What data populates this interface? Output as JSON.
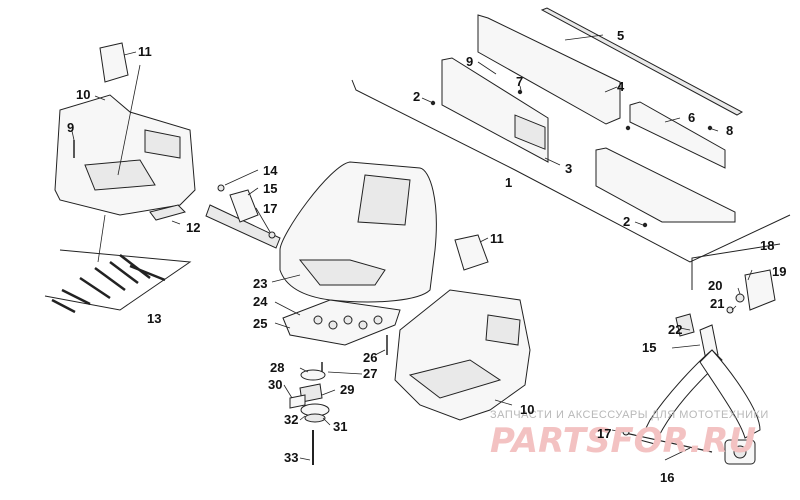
{
  "diagram": {
    "callouts": [
      {
        "id": "c1",
        "label": "1"
      },
      {
        "id": "c2a",
        "label": "2"
      },
      {
        "id": "c2b",
        "label": "2"
      },
      {
        "id": "c3",
        "label": "3"
      },
      {
        "id": "c4",
        "label": "4"
      },
      {
        "id": "c5",
        "label": "5"
      },
      {
        "id": "c6",
        "label": "6"
      },
      {
        "id": "c7",
        "label": "7"
      },
      {
        "id": "c8",
        "label": "8"
      },
      {
        "id": "c9a",
        "label": "9"
      },
      {
        "id": "c9b",
        "label": "9"
      },
      {
        "id": "c10a",
        "label": "10"
      },
      {
        "id": "c10b",
        "label": "10"
      },
      {
        "id": "c11a",
        "label": "11"
      },
      {
        "id": "c11b",
        "label": "11"
      },
      {
        "id": "c12",
        "label": "12"
      },
      {
        "id": "c13",
        "label": "13"
      },
      {
        "id": "c14",
        "label": "14"
      },
      {
        "id": "c15a",
        "label": "15"
      },
      {
        "id": "c15b",
        "label": "15"
      },
      {
        "id": "c16",
        "label": "16"
      },
      {
        "id": "c17a",
        "label": "17"
      },
      {
        "id": "c17b",
        "label": "17"
      },
      {
        "id": "c18",
        "label": "18"
      },
      {
        "id": "c19",
        "label": "19"
      },
      {
        "id": "c20",
        "label": "20"
      },
      {
        "id": "c21",
        "label": "21"
      },
      {
        "id": "c22",
        "label": "22"
      },
      {
        "id": "c23",
        "label": "23"
      },
      {
        "id": "c24",
        "label": "24"
      },
      {
        "id": "c25",
        "label": "25"
      },
      {
        "id": "c26",
        "label": "26"
      },
      {
        "id": "c27",
        "label": "27"
      },
      {
        "id": "c28",
        "label": "28"
      },
      {
        "id": "c29",
        "label": "29"
      },
      {
        "id": "c30",
        "label": "30"
      },
      {
        "id": "c31",
        "label": "31"
      },
      {
        "id": "c32",
        "label": "32"
      },
      {
        "id": "c33",
        "label": "33"
      }
    ]
  },
  "watermark": {
    "subtitle": "ЗАПЧАСТИ И АКСЕССУАРЫ ДЛЯ МОТОТЕХНИКИ",
    "brand": "PARTSFOR.RU"
  }
}
